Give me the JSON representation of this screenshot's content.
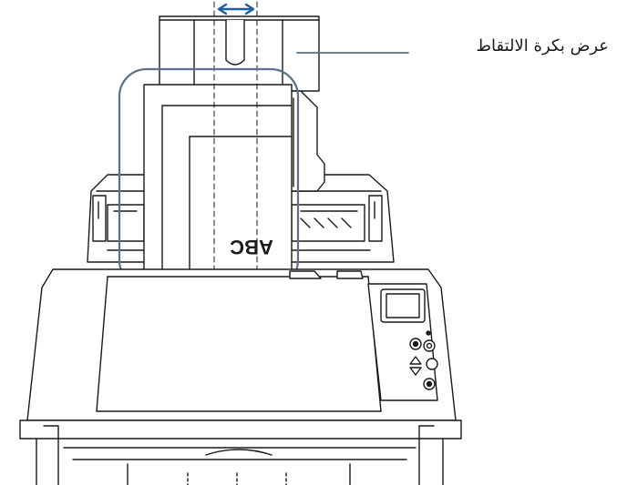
{
  "annotation": {
    "label": "عرض بكرة الالتقاط"
  },
  "document": {
    "text": "ABC",
    "orientation": "upside-down"
  },
  "colors": {
    "outline": "#1a1a1a",
    "highlight": "#5a7188",
    "arrow": "#1f5e9e"
  }
}
